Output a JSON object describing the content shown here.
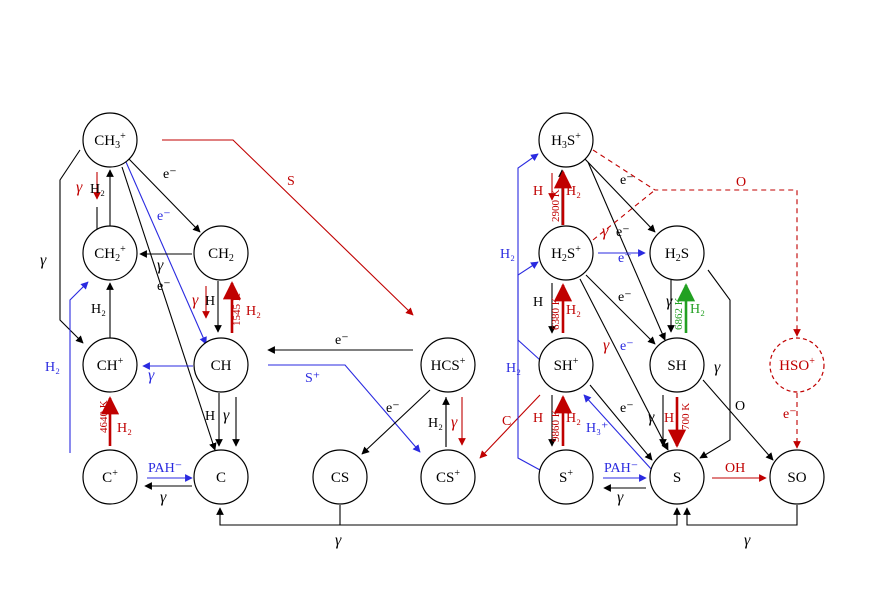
{
  "colors": {
    "black": "#000000",
    "red": "#c00000",
    "blue": "#2a2ae0",
    "green": "#22a022"
  },
  "nodes": [
    {
      "id": "CH3p",
      "base": "CH",
      "sub": "3",
      "sup": "+"
    },
    {
      "id": "CH2p",
      "base": "CH",
      "sub": "2",
      "sup": "+"
    },
    {
      "id": "CH2",
      "base": "CH",
      "sub": "2",
      "sup": ""
    },
    {
      "id": "CHp",
      "base": "CH",
      "sub": "",
      "sup": "+"
    },
    {
      "id": "CH",
      "base": "CH",
      "sub": "",
      "sup": ""
    },
    {
      "id": "Cp",
      "base": "C",
      "sub": "",
      "sup": "+"
    },
    {
      "id": "C",
      "base": "C",
      "sub": "",
      "sup": ""
    },
    {
      "id": "CS",
      "base": "CS",
      "sub": "",
      "sup": ""
    },
    {
      "id": "CSp",
      "base": "CS",
      "sub": "",
      "sup": "+"
    },
    {
      "id": "HCSp",
      "base": "HCS",
      "sub": "",
      "sup": "+"
    },
    {
      "id": "H3Sp",
      "base": "H",
      "sub": "3",
      "post": "S",
      "sup": "+"
    },
    {
      "id": "H2Sp",
      "base": "H",
      "sub": "2",
      "post": "S",
      "sup": "+"
    },
    {
      "id": "H2S",
      "base": "H",
      "sub": "2",
      "post": "S",
      "sup": ""
    },
    {
      "id": "SHp",
      "base": "SH",
      "sub": "",
      "sup": "+"
    },
    {
      "id": "SH",
      "base": "SH",
      "sub": "",
      "sup": ""
    },
    {
      "id": "Sp",
      "base": "S",
      "sub": "",
      "sup": "+"
    },
    {
      "id": "S",
      "base": "S",
      "sub": "",
      "sup": ""
    },
    {
      "id": "HSOp",
      "base": "HSO",
      "sub": "",
      "sup": "+"
    },
    {
      "id": "SO",
      "base": "SO",
      "sub": "",
      "sup": ""
    }
  ],
  "labels": {
    "gamma": "γ",
    "electron": "e⁻",
    "H": "H",
    "H2": "H₂",
    "S": "S",
    "O": "O",
    "C": "C",
    "OH": "OH",
    "Sp": "S⁺",
    "H3p": "H₃⁺",
    "PAHm": "PAH⁻"
  },
  "temperatures": {
    "CH2_CH": "1545 K",
    "Cp_CHp": "4640 K",
    "H3Sp_H2Sp": "2900 K",
    "H2Sp_SHp": "6380 K",
    "H2S_SH": "6862 K",
    "SHp_Sp": "9860 K",
    "SH_S": "700 K"
  }
}
